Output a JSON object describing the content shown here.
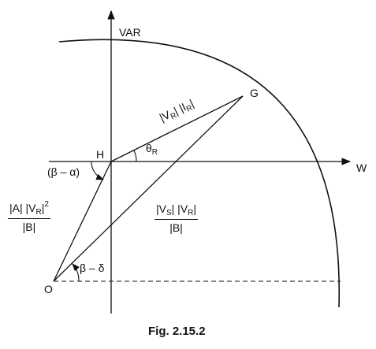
{
  "axes": {
    "y_label": "VAR",
    "x_label": "W"
  },
  "points": {
    "G": "G",
    "H": "H",
    "O": "O"
  },
  "angles": {
    "theta_symbol": "θ",
    "theta_sub": "R",
    "beta_minus_alpha": "(β – α)",
    "beta_minus_delta": "β – δ"
  },
  "expressions": {
    "vr_ir": {
      "parts": [
        "|V",
        "R",
        "| |I",
        "R",
        "|"
      ]
    },
    "a_vr2_over_b": {
      "num_parts": [
        "|A| |V",
        "R",
        "|",
        "2"
      ],
      "den": "|B|"
    },
    "vs_vr_over_b": {
      "num_parts": [
        "|V",
        "S",
        "| |V",
        "R",
        "|"
      ],
      "den": "|B|"
    }
  },
  "caption": "Fig. 2.15.2"
}
